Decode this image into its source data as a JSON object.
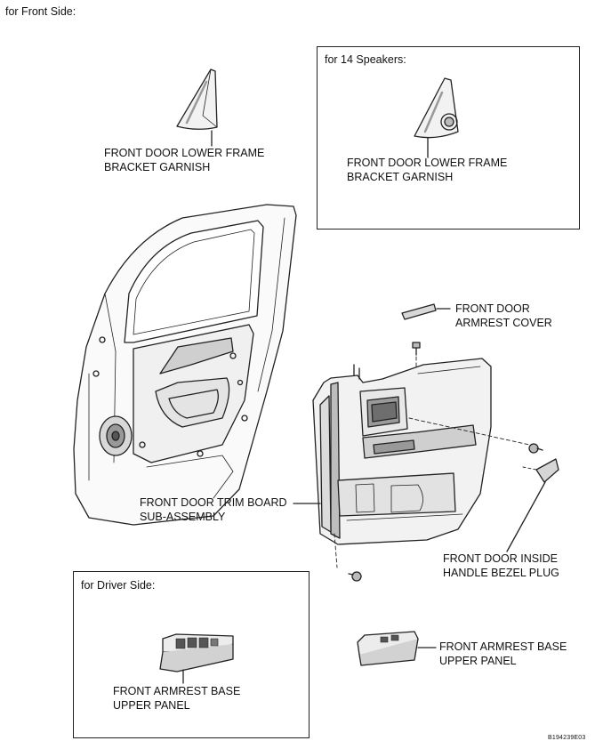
{
  "heading": "for Front Side:",
  "insets": {
    "speakers": "for 14 Speakers:",
    "driver": "for Driver Side:"
  },
  "labels": {
    "garnish_std": [
      "FRONT DOOR LOWER FRAME",
      "BRACKET GARNISH"
    ],
    "garnish_spk": [
      "FRONT DOOR LOWER FRAME",
      "BRACKET GARNISH"
    ],
    "armrest_cover": [
      "FRONT DOOR",
      "ARMREST COVER"
    ],
    "trim_board": [
      "FRONT DOOR TRIM BOARD",
      "SUB-ASSEMBLY"
    ],
    "bezel_plug": [
      "FRONT DOOR INSIDE",
      "HANDLE BEZEL PLUG"
    ],
    "panel_driver": [
      "FRONT ARMREST BASE",
      "UPPER PANEL"
    ],
    "panel_pass": [
      "FRONT ARMREST BASE",
      "UPPER PANEL"
    ]
  },
  "figure_code": "B194239E03"
}
